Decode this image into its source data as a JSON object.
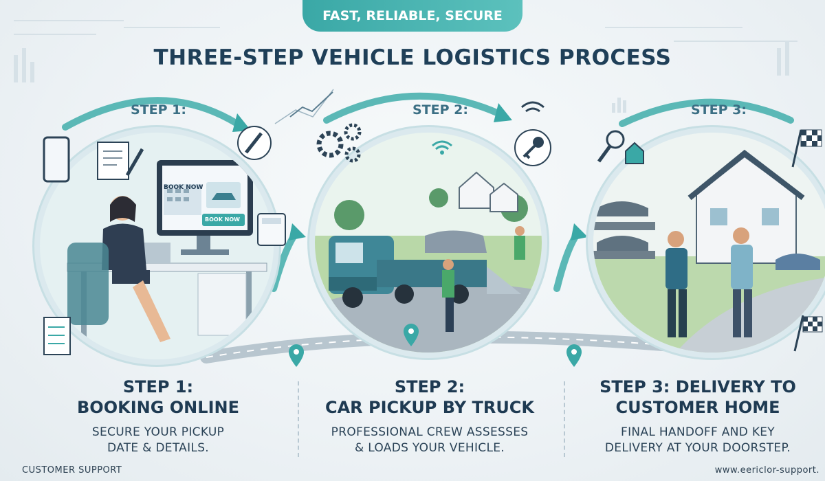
{
  "badge": "FAST, RELIABLE, SECURE",
  "title": "THREE-STEP VEHICLE LOGISTICS PROCESS",
  "steps": [
    {
      "tag": "STEP 1:",
      "heading": [
        "STEP 1:",
        "BOOKING ONLINE"
      ],
      "desc": [
        "SECURE YOUR PICKUP",
        "DATE & DETAILS."
      ],
      "screen_label": "BOOK NOW",
      "screen_button": "BOOK NOW"
    },
    {
      "tag": "STEP 2:",
      "heading": [
        "STEP 2:",
        "CAR PICKUP BY TRUCK"
      ],
      "desc": [
        "PROFESSIONAL CREW ASSESSES",
        "& LOADS YOUR VEHICLE."
      ]
    },
    {
      "tag": "STEP 3:",
      "heading": [
        "STEP 3: DELIVERY TO",
        "CUSTOMER HOME"
      ],
      "desc": [
        "FINAL HANDOFF AND KEY",
        "DELIVERY AT YOUR DOORSTEP."
      ]
    }
  ],
  "footer": {
    "left": "CUSTOMER SUPPORT",
    "right": "www.eericlor-support."
  },
  "colors": {
    "teal": "#3aa8a6",
    "navy": "#1e3a52",
    "ring": "#c7dfe4"
  },
  "icons": [
    "tablet-icon",
    "document-icon",
    "pencil-icon",
    "calculator-icon",
    "pen-icon",
    "gear-icon",
    "key-icon",
    "wifi-icon",
    "house-key-icon",
    "checkered-flag-icon",
    "location-pin-icon",
    "chart-icon"
  ]
}
